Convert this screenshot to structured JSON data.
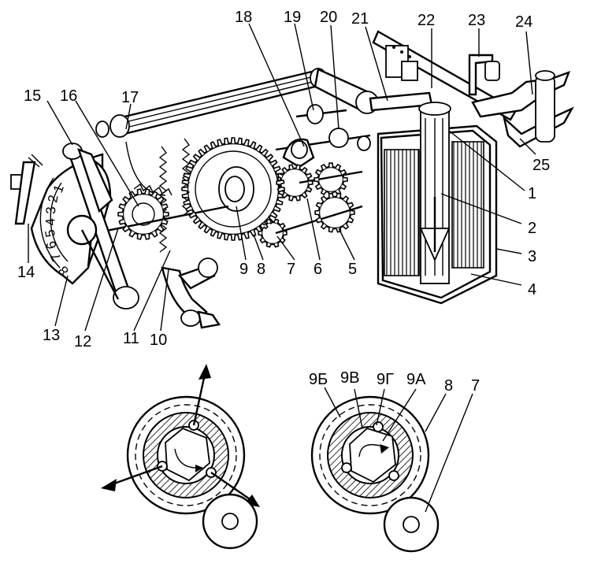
{
  "labels": {
    "n1": "1",
    "n2": "2",
    "n3": "3",
    "n4": "4",
    "n5": "5",
    "n6": "6",
    "n7": "7",
    "n8": "8",
    "n9": "9",
    "n10": "10",
    "n11": "11",
    "n12": "12",
    "n13": "13",
    "n14": "14",
    "n15": "15",
    "n16": "16",
    "n17": "17",
    "n18": "18",
    "n19": "19",
    "n20": "20",
    "n21": "21",
    "n22": "22",
    "n23": "23",
    "n24": "24",
    "n25": "25"
  },
  "scale": [
    "1",
    "2",
    "3",
    "4",
    "5",
    "6",
    "7",
    "8"
  ],
  "detail": {
    "b": "9Б",
    "v": "9В",
    "g": "9Г",
    "a": "9А",
    "n8": "8",
    "n7": "7"
  }
}
